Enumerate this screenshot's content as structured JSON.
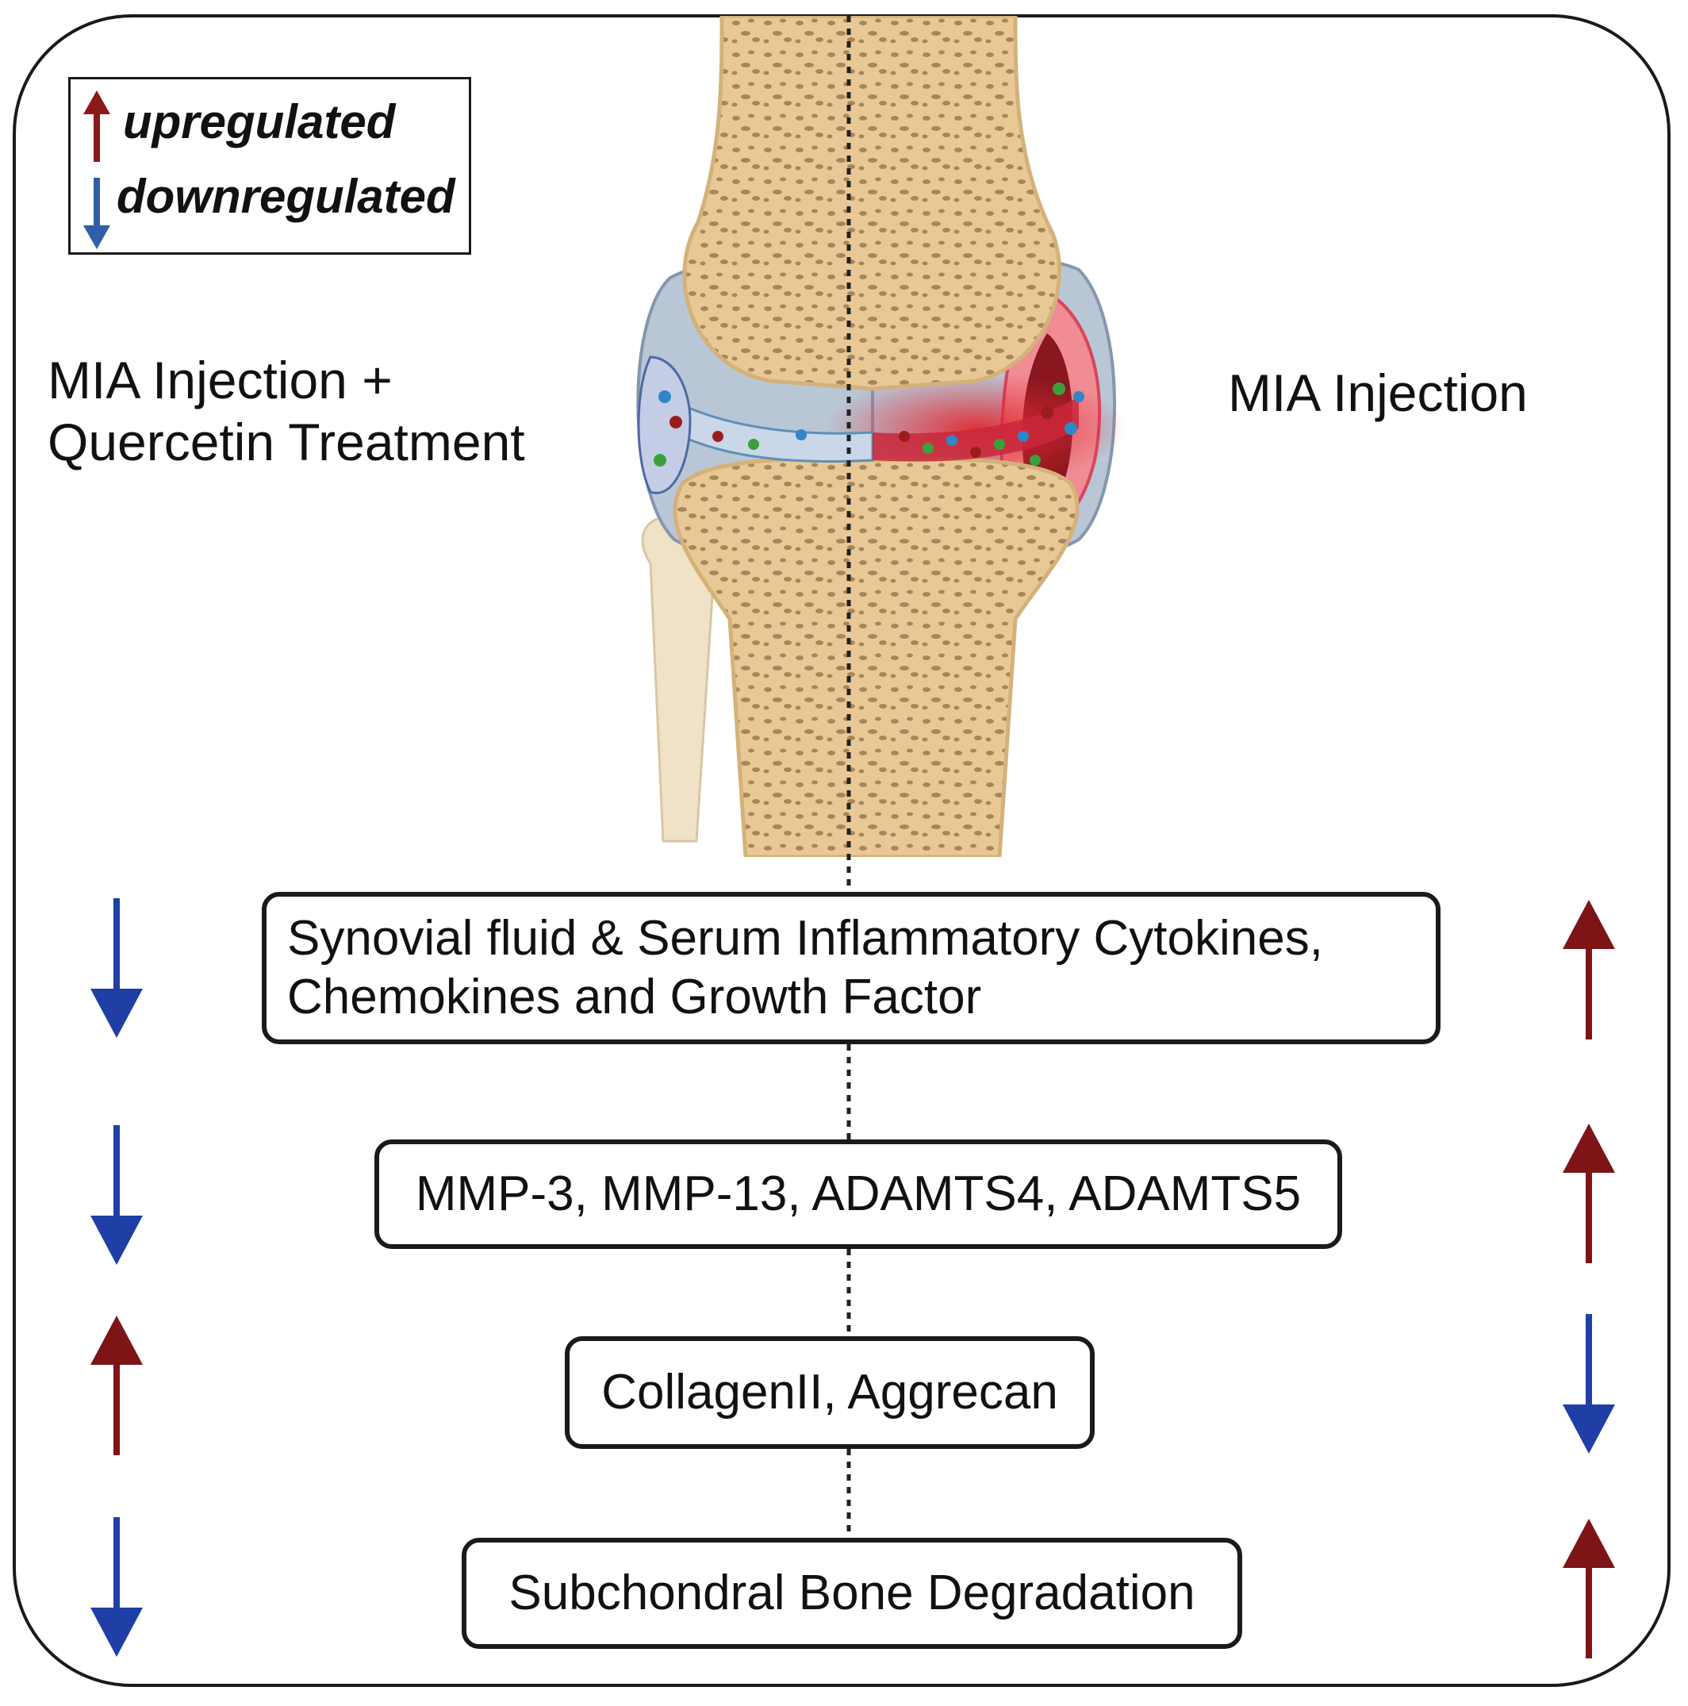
{
  "legend": {
    "up_label": "upregulated",
    "down_label": "downregulated"
  },
  "labels": {
    "left_line1": "MIA Injection +",
    "left_line2": "Quercetin Treatment",
    "right": "MIA Injection"
  },
  "boxes": [
    {
      "line1": "Synovial fluid & Serum Inflammatory Cytokines,",
      "line2": "Chemokines and Growth Factor",
      "left": "down",
      "right": "up"
    },
    {
      "text": "MMP-3, MMP-13, ADAMTS4, ADAMTS5",
      "left": "down",
      "right": "up"
    },
    {
      "text": "CollagenII, Aggrecan",
      "left": "up",
      "right": "down"
    },
    {
      "text": "Subchondral Bone Degradation",
      "left": "down",
      "right": "up"
    }
  ],
  "colors": {
    "up": "#7d1416",
    "down": "#1f3fa6",
    "bone": "#ecd3a6",
    "synovium": "#b5c4d6",
    "inflamed": "#e0303a"
  },
  "icons": {
    "up": "up-arrow-icon",
    "down": "down-arrow-icon",
    "illustration": "knee-joint-illustration"
  }
}
